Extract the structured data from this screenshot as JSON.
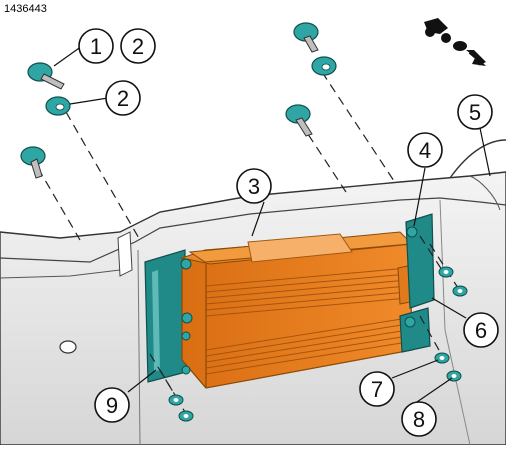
{
  "figure": {
    "reference_number": "1436443",
    "callouts": [
      "1",
      "2",
      "2",
      "3",
      "4",
      "5",
      "6",
      "7",
      "8",
      "9"
    ],
    "direction_icon": "motorcycle-forward-arrow-icon"
  },
  "colors": {
    "saddlebag": "#e9e9e9",
    "saddlebag_edge": "#333333",
    "module_orange": "#f08a2a",
    "module_dark": "#c06010",
    "bracket_teal": "#1f8a87",
    "fastener_teal": "#2fa6a4"
  }
}
